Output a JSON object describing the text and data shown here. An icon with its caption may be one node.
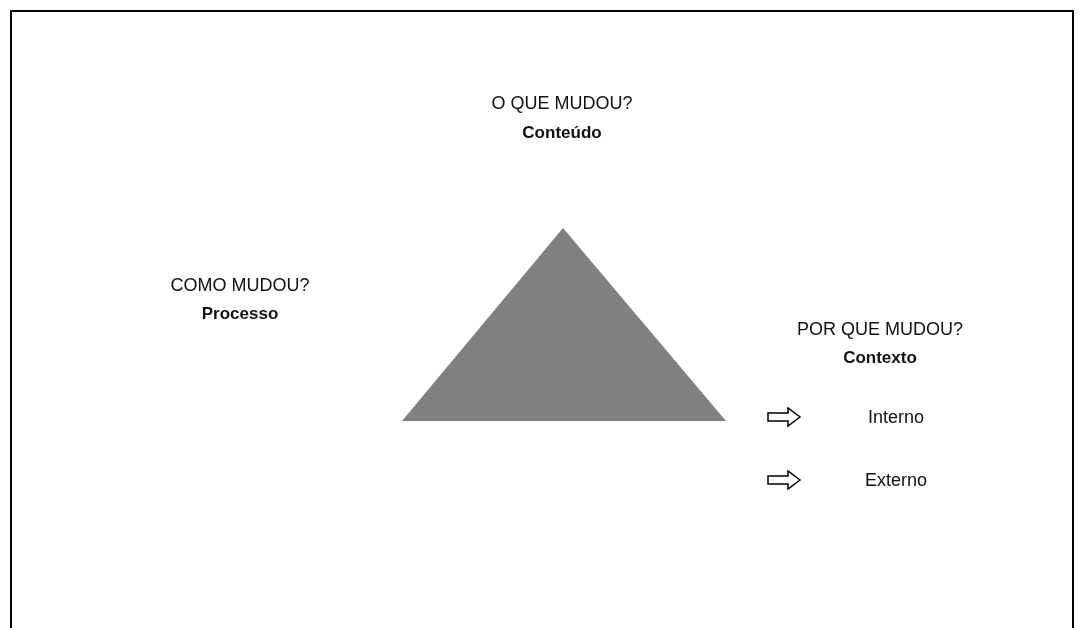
{
  "diagram": {
    "nodes": [
      {
        "text": [],
        "shape": "triangle"
      }
    ],
    "labels": [
      "O QUE MUDOU?",
      "Conteúdo",
      "COMO MUDOU?",
      "Processo",
      "POR QUE MUDOU?",
      "Contexto",
      "Interno",
      "Externo"
    ]
  }
}
